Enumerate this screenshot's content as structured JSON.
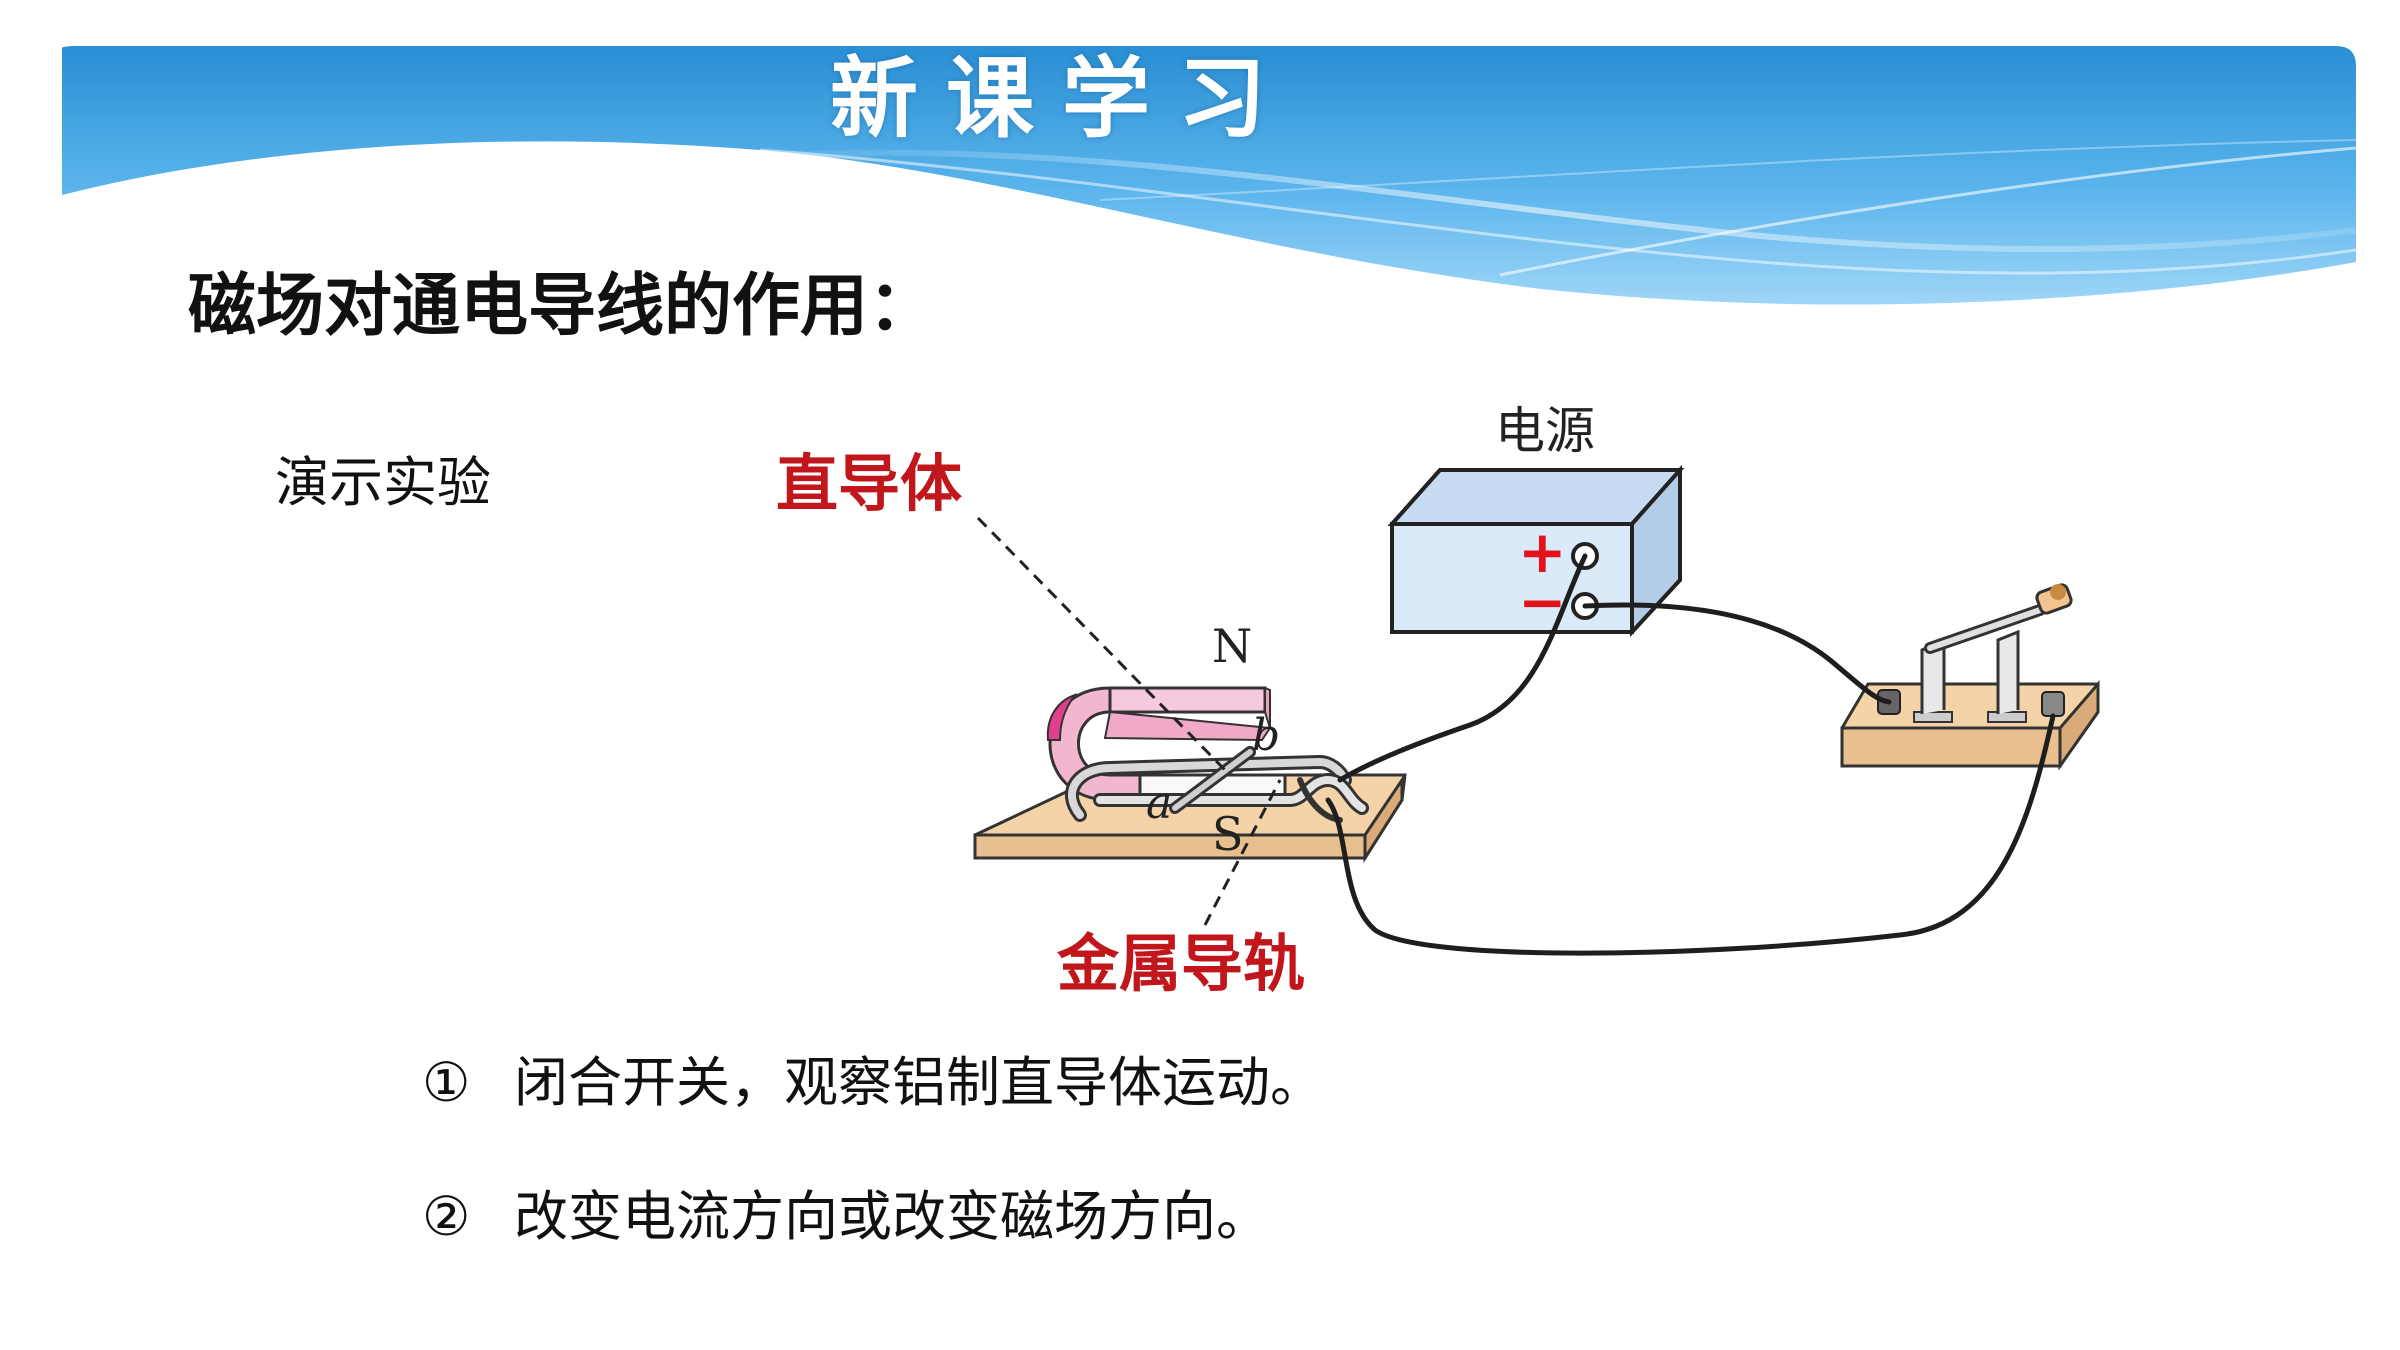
{
  "header": {
    "title": "新课学习"
  },
  "content": {
    "title": "磁场对通电导线的作用：",
    "demo_label": "演示实验"
  },
  "diagram": {
    "labels": {
      "power_supply": "电源",
      "straight_conductor": "直导体",
      "metal_rails": "金属导轨",
      "north_pole": "N",
      "south_pole": "S",
      "point_a": "a",
      "point_b": "b",
      "plus": "+",
      "minus": "−"
    }
  },
  "steps": [
    {
      "number": "①",
      "text": "闭合开关，观察铝制直导体运动。"
    },
    {
      "number": "②",
      "text": "改变电流方向或改变磁场方向。"
    }
  ],
  "colors": {
    "banner_dark": "#2a8fd4",
    "banner_light": "#9fd6f7",
    "label_red": "#c0161c",
    "magnet_pink": "#f2b6cf",
    "base_wood": "#f5d3a8",
    "power_box": "#dbeaf9"
  }
}
